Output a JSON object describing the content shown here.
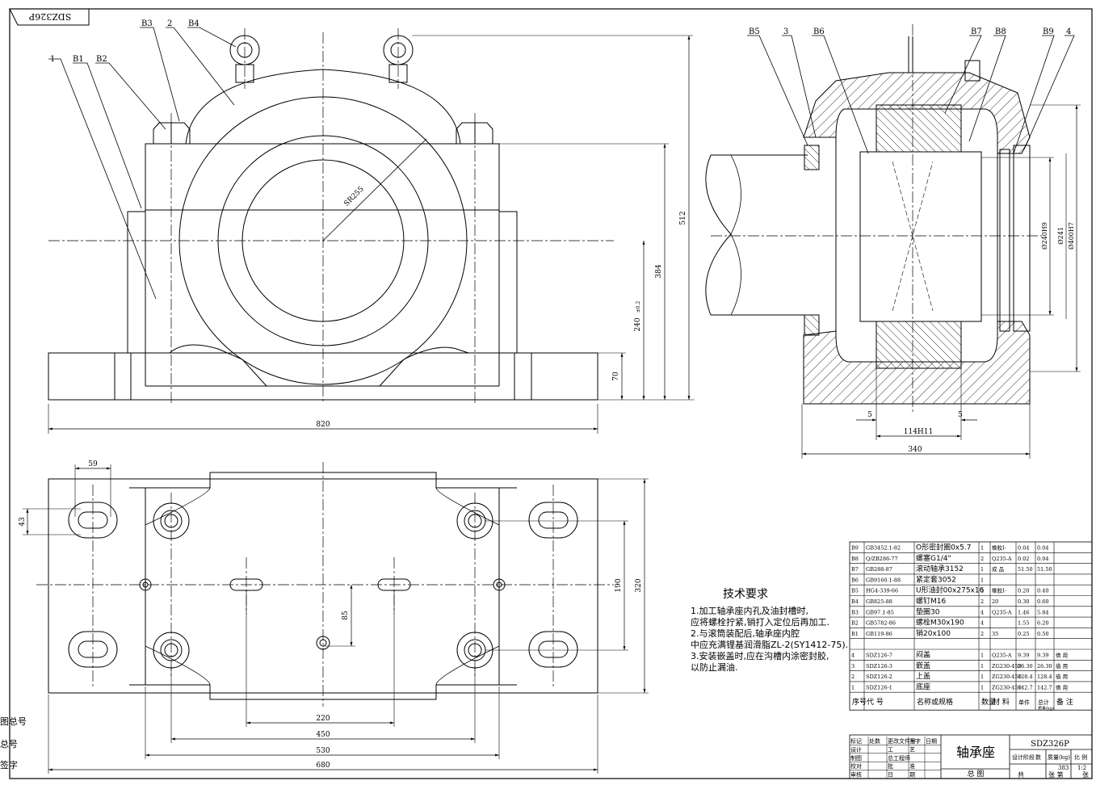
{
  "drawing_code_stamp": "SDZ326P",
  "left_margin_labels": [
    "图总号",
    "总号",
    "签字"
  ],
  "front_view": {
    "callouts": [
      "1",
      "B1",
      "B2",
      "B3",
      "2",
      "B4"
    ],
    "dims": {
      "width": "820",
      "base_height": "70",
      "center_height": "240",
      "center_tol": "±0.2",
      "height_384": "384",
      "height_512": "512",
      "sphere_radius": "SR255"
    }
  },
  "side_view": {
    "callouts": [
      "B5",
      "3",
      "B6",
      "B7",
      "B8",
      "B9",
      "4"
    ],
    "dims": {
      "length": "340",
      "inner_width": "114H11",
      "left_gap": "5",
      "right_gap": "5",
      "bore1": "Ø240H9",
      "bore2": "Ø241",
      "bore3": "Ø400H7"
    }
  },
  "top_view": {
    "dims": {
      "d59": "59",
      "d43": "43",
      "d85": "85",
      "d190": "190",
      "d320": "320",
      "d220": "220",
      "d450": "450",
      "d530": "530",
      "d680": "680"
    }
  },
  "tech_requirements": {
    "title": "技术要求",
    "lines": [
      "1.加工轴承座内孔及油封槽时,",
      "  应将螺栓拧紧,销打入定位后再加工.",
      "2.与滚筒装配后,轴承座内腔",
      "  中应充满锂基润滑脂ZL-2(SY1412-75).",
      "3.安装嵌盖时,应在沟槽内涂密封胶,",
      "  以防止漏油."
    ]
  },
  "bom": {
    "rows": [
      [
        "B9",
        "GB3452.1-82",
        "O形密封圈0x5.7",
        "1",
        "橡胶I-",
        "0.04",
        "0.04",
        ""
      ],
      [
        "B8",
        "Q/ZB286-77",
        "螺塞G1/4\"",
        "2",
        "Q235-A",
        "0.02",
        "0.04",
        ""
      ],
      [
        "B7",
        "GB288-87",
        "滚动轴承3152",
        "1",
        "成  品",
        "51.50",
        "51.50",
        ""
      ],
      [
        "B6",
        "GB9160.1-88",
        "紧定套3052",
        "1",
        "",
        "",
        "",
        ""
      ],
      [
        "B5",
        "HG4-339-66",
        "U形油封00x275x16",
        "2",
        "橡胶I-",
        "0.20",
        "0.40",
        ""
      ],
      [
        "B4",
        "GB825-88",
        "螺钉M16",
        "2",
        "20",
        "0.30",
        "0.60",
        ""
      ],
      [
        "B3",
        "GB97.1-85",
        "垫圈30",
        "4",
        "Q235-A",
        "1.46",
        "5.84",
        ""
      ],
      [
        "B2",
        "GB5782-86",
        "螺栓M30x190",
        "4",
        "",
        "1.55",
        "6.20",
        ""
      ],
      [
        "B1",
        "GB119-86",
        "销20x100",
        "2",
        "35",
        "0.25",
        "0.50",
        ""
      ],
      [
        "",
        "",
        "",
        "",
        "",
        "",
        "",
        ""
      ],
      [
        "4",
        "SDZ126-7",
        "闷盖",
        "1",
        "Q235-A",
        "9.39",
        "9.39",
        "借  用"
      ],
      [
        "3",
        "SDZ126-3",
        "嵌盖",
        "1",
        "ZG230-450",
        "26.30",
        "26.30",
        "借  用"
      ],
      [
        "2",
        "SDZ126-2",
        "上盖",
        "1",
        "ZG230-450",
        "128.4",
        "128.4",
        "借  用"
      ],
      [
        "1",
        "SDZ126-1",
        "底座",
        "1",
        "ZG230-450",
        "142.7",
        "142.7",
        "借  用"
      ]
    ],
    "header": [
      "序号",
      "代    号",
      "名称或规格",
      "数量",
      "材 料",
      "单件",
      "总计",
      "备  注"
    ],
    "header_sub": "质量(kg)"
  },
  "title_block": {
    "part_name": "轴承座",
    "drawing_no": "SDZ326P",
    "stage_label": "设计阶段",
    "qty_label": "数",
    "mass_label": "质量(kg)",
    "scale_label": "比 例",
    "mass_value": "383",
    "scale_value": "1:2",
    "total_label": "总  图",
    "sheets_label": "共",
    "sheet_label": "张 第",
    "sheet_suffix": "张",
    "sign_rows": [
      [
        "标记",
        "处数",
        "更改文件号",
        "签字",
        "日期"
      ],
      [
        "设计",
        "",
        "工",
        "艺",
        ""
      ],
      [
        "制图",
        "",
        "总工程师",
        "",
        ""
      ],
      [
        "校对",
        "",
        "批",
        "准",
        ""
      ],
      [
        "审核",
        "",
        "日",
        "期",
        ""
      ]
    ]
  }
}
